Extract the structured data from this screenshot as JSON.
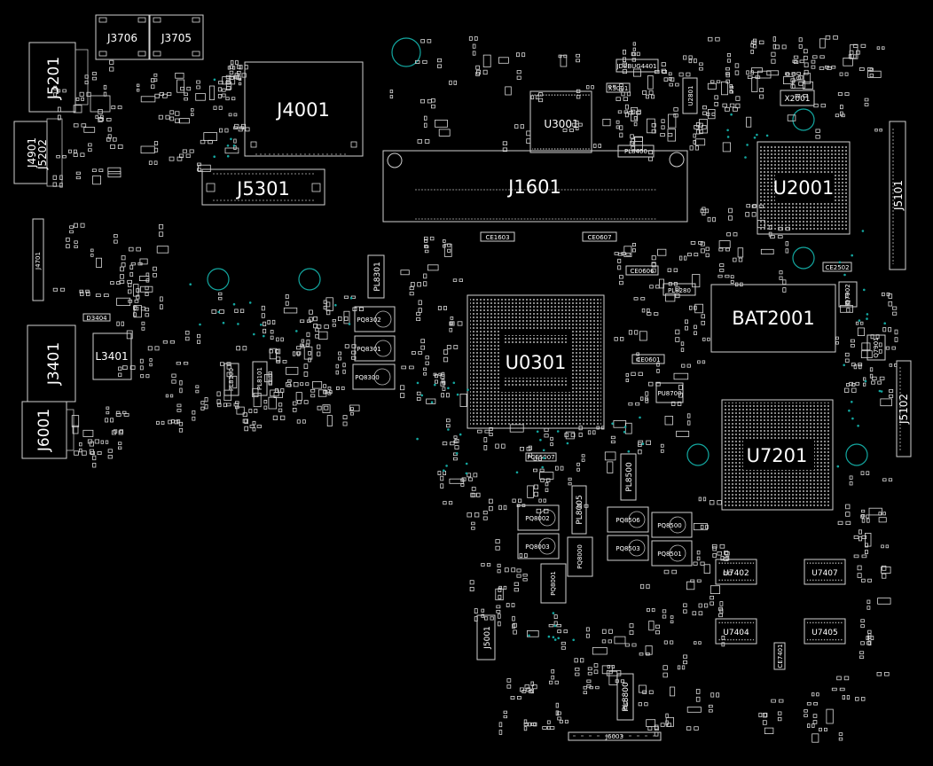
{
  "components": {
    "j3706": "J3706",
    "j3705": "J3705",
    "j5201": "J5201",
    "j4901": "J4901",
    "j5202": "J5202",
    "j4001": "J4001",
    "j5301": "J5301",
    "j1601": "J1601",
    "u3001": "U3001",
    "u2001": "U2001",
    "j5101": "J5101",
    "j4701": "J4701",
    "j3401": "J3401",
    "l3401": "L3401",
    "j6001": "J6001",
    "u0301": "U0301",
    "bat2001": "BAT2001",
    "u7201": "U7201",
    "j5102": "J5102",
    "j5001": "J5001",
    "u7402": "U7402",
    "u7407": "U7407",
    "u7404": "U7404",
    "u7405": "U7405",
    "pl8301": "PL8301",
    "pq8302": "PQ8302",
    "pq8301": "PQ8301",
    "pq8300": "PQ8300",
    "pl8100": "PL8100",
    "pl8101": "PL8101",
    "pl8500": "PL8500",
    "pl8005": "PL8005",
    "pq8002": "PQ8002",
    "pq8003": "PQ8003",
    "pq8000": "PQ8000",
    "pq8001": "PQ8001",
    "pq8506": "PQ8506",
    "pq8500": "PQ8500",
    "pq8503": "PQ8503",
    "pq8501": "PQ8501",
    "pl8800": "PL8800",
    "pl8400": "PL8400",
    "pl8280": "PL8280",
    "x2001": "X2001",
    "u2801": "U2801",
    "x3001": "X3001",
    "ce1603": "CE1603",
    "ce0607": "CE0607",
    "ce0606": "CE0606",
    "ce0601": "CE0601",
    "ce2502": "CE2502",
    "pu8700": "PU8700",
    "pce5007": "PCE5007",
    "d3404": "D3404",
    "jdebug": "JDEBUG4401",
    "j6003": "J6003",
    "q7902": "Q7902",
    "q7901": "Q7901",
    "c6260": "CE7401"
  },
  "colors": {
    "background": "#000000",
    "outline": "#cfcfcf",
    "via": "#13a7a0",
    "text": "#ffffff"
  }
}
